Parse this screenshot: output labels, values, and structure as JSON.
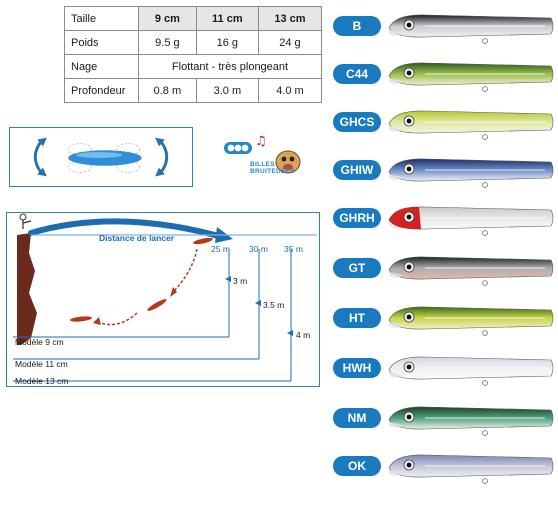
{
  "specs": {
    "header": [
      "Taille",
      "9 cm",
      "11 cm",
      "13 cm"
    ],
    "rows": [
      {
        "label": "Poids",
        "values": [
          "9.5 g",
          "16 g",
          "24 g"
        ]
      },
      {
        "label": "Nage",
        "merged": "Flottant - très plongeant"
      },
      {
        "label": "Profondeur",
        "values": [
          "0.8 m",
          "3.0 m",
          "4.0 m"
        ]
      }
    ]
  },
  "rattle": {
    "line1": "BILLES",
    "line2": "BRUITEUSES"
  },
  "depth_diagram": {
    "cast_label": "Distance de lancer",
    "distances": [
      "25 m",
      "30 m",
      "35 m"
    ],
    "depths": [
      "3 m",
      "3.5 m",
      "4 m"
    ],
    "models": [
      "Modèle 9 cm",
      "Modèle 11 cm",
      "Modèle 13 cm"
    ]
  },
  "colors": [
    {
      "code": "B",
      "back": "#1c1c1c",
      "side": "#c9ccd2",
      "belly": "#f1f1f1"
    },
    {
      "code": "C44",
      "back": "#2e5a1f",
      "side": "#9ac04a",
      "belly": "#eef0d8"
    },
    {
      "code": "GHCS",
      "back": "#b3c92c",
      "side": "#dfe7a0",
      "belly": "#f3f4e4"
    },
    {
      "code": "GHIW",
      "back": "#1a2d6b",
      "side": "#6f8dc8",
      "belly": "#eef1f7"
    },
    {
      "code": "GHRH",
      "back": "#c9c9c9",
      "side": "#e8e8e8",
      "belly": "#fafafa",
      "head": "#d32020"
    },
    {
      "code": "GT",
      "back": "#222222",
      "side": "#a9acb2",
      "belly": "#e9b8a8"
    },
    {
      "code": "HT",
      "back": "#3e6a1a",
      "side": "#c8d44a",
      "belly": "#f5efc9"
    },
    {
      "code": "HWH",
      "back": "#d3d7df",
      "side": "#eef0f4",
      "belly": "#fbfbfb"
    },
    {
      "code": "NM",
      "back": "#1f3f2c",
      "side": "#4fa27c",
      "belly": "#f0f0ea"
    },
    {
      "code": "OK",
      "back": "#7f86b8",
      "side": "#c2c6d8",
      "belly": "#eeeef4"
    }
  ]
}
